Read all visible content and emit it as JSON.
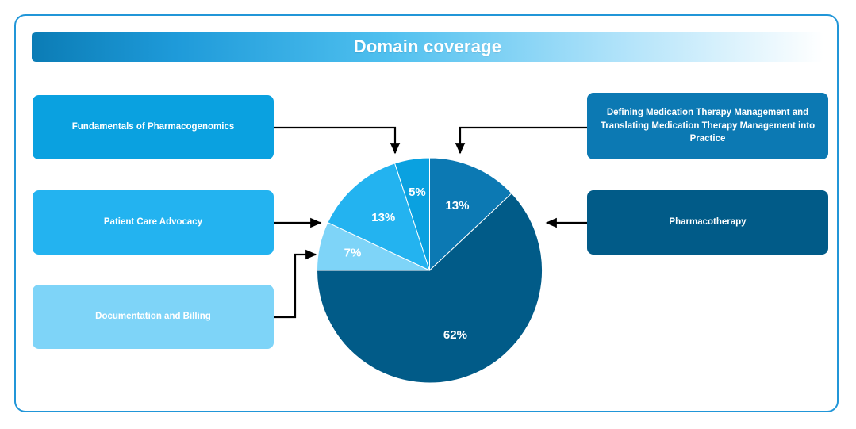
{
  "title": {
    "text": "Domain coverage"
  },
  "colors": {
    "frame_border": "#2196d8",
    "banner_start": "#0b7cb5",
    "banner_end": "#ffffff",
    "connector": "#000000",
    "slice_pharmacotherapy": "#015b88",
    "slice_mtm": "#0c79b3",
    "slice_fundamentals": "#0aa1e0",
    "slice_advocacy": "#23b3f0",
    "slice_documentation": "#7ed4f8"
  },
  "labels": {
    "left": [
      {
        "id": "fundamentals",
        "text": "Fundamentals of Pharmacogenomics",
        "color": "#0aa1e0"
      },
      {
        "id": "advocacy",
        "text": "Patient Care Advocacy",
        "color": "#23b3f0"
      },
      {
        "id": "documentation",
        "text": "Documentation and Billing",
        "color": "#7ed4f8"
      }
    ],
    "right": [
      {
        "id": "mtm",
        "text": "Defining Medication Therapy Management and Translating Medication Therapy Management into Practice",
        "color": "#0c79b3"
      },
      {
        "id": "pharmacotherapy",
        "text": "Pharmacotherapy",
        "color": "#015b88"
      }
    ]
  },
  "chart_data": {
    "type": "pie",
    "title": "Domain coverage",
    "unit": "%",
    "start_angle_deg": 0,
    "direction": "clockwise",
    "categories": [
      "Defining Medication Therapy Management and Translating Medication Therapy Management into Practice",
      "Pharmacotherapy",
      "Documentation and Billing",
      "Patient Care Advocacy",
      "Fundamentals of Pharmacogenomics"
    ],
    "values": [
      13,
      62,
      7,
      13,
      5
    ],
    "labels": [
      "13%",
      "62%",
      "7%",
      "13%",
      "5%"
    ],
    "colors": [
      "#0c79b3",
      "#015b88",
      "#7ed4f8",
      "#23b3f0",
      "#0aa1e0"
    ],
    "legend": "external callout boxes connected by arrows"
  }
}
